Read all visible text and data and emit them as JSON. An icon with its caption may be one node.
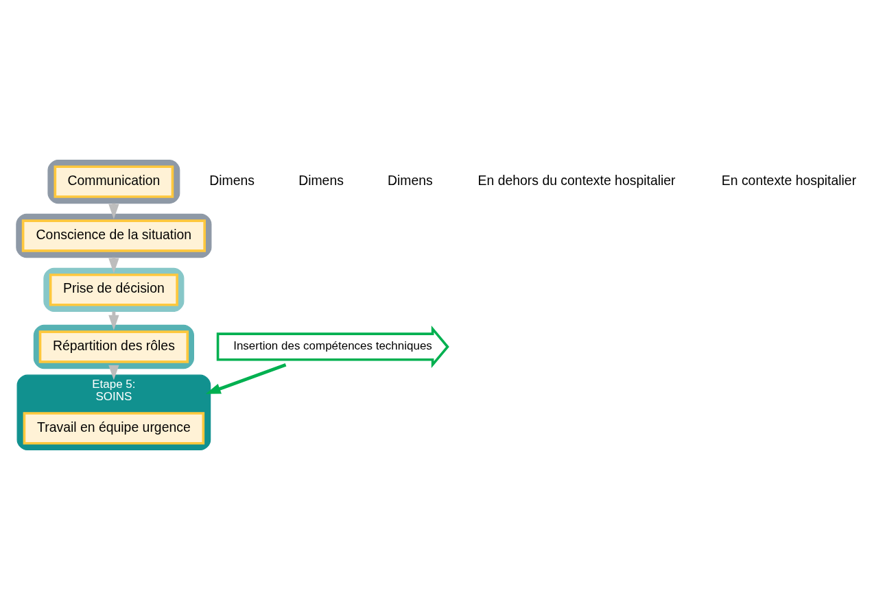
{
  "diagram": {
    "nodes": [
      {
        "text": [],
        "shape": "box"
      },
      {
        "text": [
          "Communication"
        ],
        "in": 0
      },
      {
        "text": [],
        "shape": "box"
      },
      {
        "text": [
          "Conscience de la situation"
        ],
        "in": 2
      },
      {
        "text": [],
        "shape": "box"
      },
      {
        "text": [
          "Prise de décision"
        ],
        "in": 4
      },
      {
        "text": [],
        "shape": "box"
      },
      {
        "text": [
          "Répartition des rôles"
        ],
        "in": 6
      },
      {
        "text": [
          "Etape 5:",
          "SOINS"
        ]
      },
      {
        "text": [
          "Travail en équipe urgence"
        ],
        "in": 8
      },
      {
        "text": [
          "Insertion des compétences techniques"
        ]
      }
    ],
    "edges": [
      {
        "from": 0,
        "to": 2,
        "arrow": "to"
      },
      {
        "from": 2,
        "to": 4,
        "arrow": "to"
      },
      {
        "from": 4,
        "to": 6,
        "arrow": "to"
      },
      {
        "from": 6,
        "to": 8,
        "arrow": "to"
      },
      {
        "from": 10,
        "to": 8,
        "arrow": "to",
        "color": "#00b050"
      }
    ],
    "labels": [
      "Dimens",
      "Dimens",
      "Dimens",
      "En dehors du contexte hospitalier",
      "En contexte hospitalier"
    ]
  }
}
